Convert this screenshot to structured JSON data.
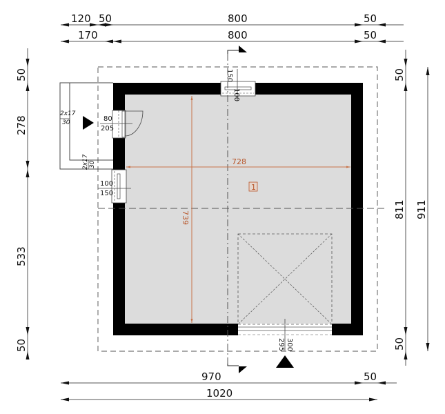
{
  "drawing": {
    "type": "floor-plan",
    "description": "Single-room garage floor plan with dimensions",
    "colors": {
      "wall": "#000000",
      "floor": "#dcdcdc",
      "dimension_line": "#333333",
      "interior_dimension": "#b8562a",
      "dashed_outline": "#888888"
    }
  },
  "top_dimensions": {
    "row1": {
      "segments": [
        "120",
        "50",
        "800",
        "50"
      ]
    },
    "row2": {
      "segments": [
        "170",
        "800",
        "50"
      ]
    }
  },
  "bottom_dimensions": {
    "row1": {
      "segments": [
        "970",
        "50"
      ]
    },
    "row2": {
      "segments": [
        "1020"
      ]
    }
  },
  "left_dimensions": {
    "segments": [
      "50",
      "278",
      "533",
      "50"
    ]
  },
  "right_dimensions": {
    "inner": {
      "segments": [
        "50",
        "811",
        "50"
      ]
    },
    "outer": {
      "segments": [
        "911"
      ]
    }
  },
  "openings": {
    "top_window": {
      "width": "100",
      "height": "150"
    },
    "left_door": {
      "width": "80",
      "height": "205"
    },
    "left_window": {
      "width": "100",
      "height": "150"
    },
    "garage_door": {
      "width": "300",
      "height": "295"
    }
  },
  "porch": {
    "step_label_1_top": "2x17",
    "step_label_1_bottom": "30",
    "step_label_2_top": "2x17",
    "step_label_2_bottom": "30"
  },
  "room": {
    "number": "1",
    "interior_width": "728",
    "interior_length": "739"
  }
}
